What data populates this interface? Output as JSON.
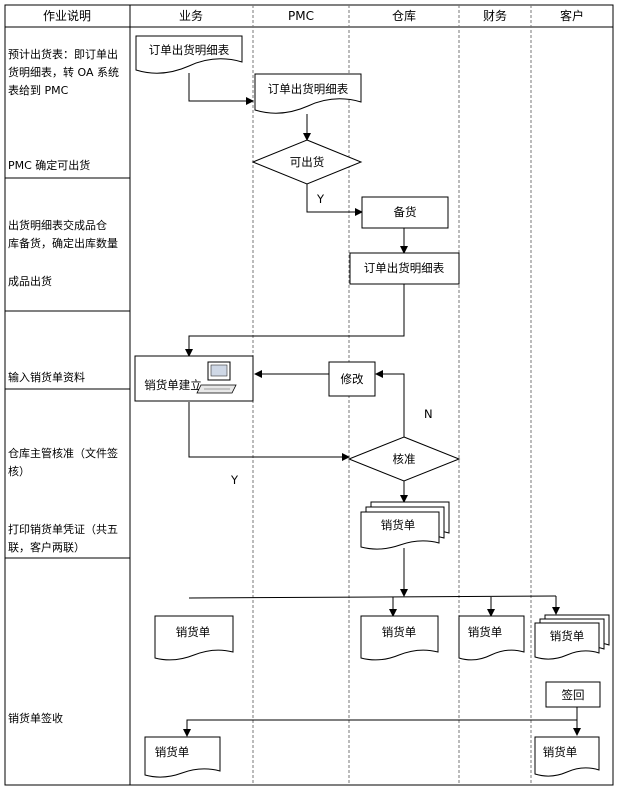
{
  "headers": {
    "description": "作业说明",
    "sales": "业务",
    "pmc": "PMC",
    "warehouse": "仓库",
    "finance": "财务",
    "customer": "客户"
  },
  "steps": [
    {
      "lines": [
        "预计出货表：即订单出",
        "货明细表，转 OA 系统",
        "表给到 PMC"
      ]
    },
    {
      "lines": [
        "PMC 确定可出货"
      ]
    },
    {
      "lines": [
        "出货明细表交成品仓",
        "库备货，确定出库数量"
      ]
    },
    {
      "lines": [
        "成品出货"
      ]
    },
    {
      "lines": [
        "输入销货单资料"
      ]
    },
    {
      "lines": [
        "仓库主管核准（文件签",
        "核）"
      ]
    },
    {
      "lines": [
        "打印销货单凭证（共五",
        "联，客户两联）"
      ]
    },
    {
      "lines": [
        "销货单签收"
      ]
    }
  ],
  "nodes": {
    "order_detail_sales": "订单出货明细表",
    "order_detail_pmc": "订单出货明细表",
    "can_ship": "可出货",
    "prepare": "备货",
    "order_detail_wh": "订单出货明细表",
    "modify": "修改",
    "create_invoice": "销货单建立",
    "approve": "核准",
    "invoice_stack": "销货单",
    "invoice_sales": "销货单",
    "invoice_wh": "销货单",
    "invoice_fin": "销货单",
    "invoice_cust": "销货单",
    "sign_back": "签回",
    "invoice_sales_final": "销货单",
    "invoice_cust_final": "销货单"
  },
  "edge_labels": {
    "yes_1": "Y",
    "yes_2": "Y",
    "no_1": "N"
  }
}
